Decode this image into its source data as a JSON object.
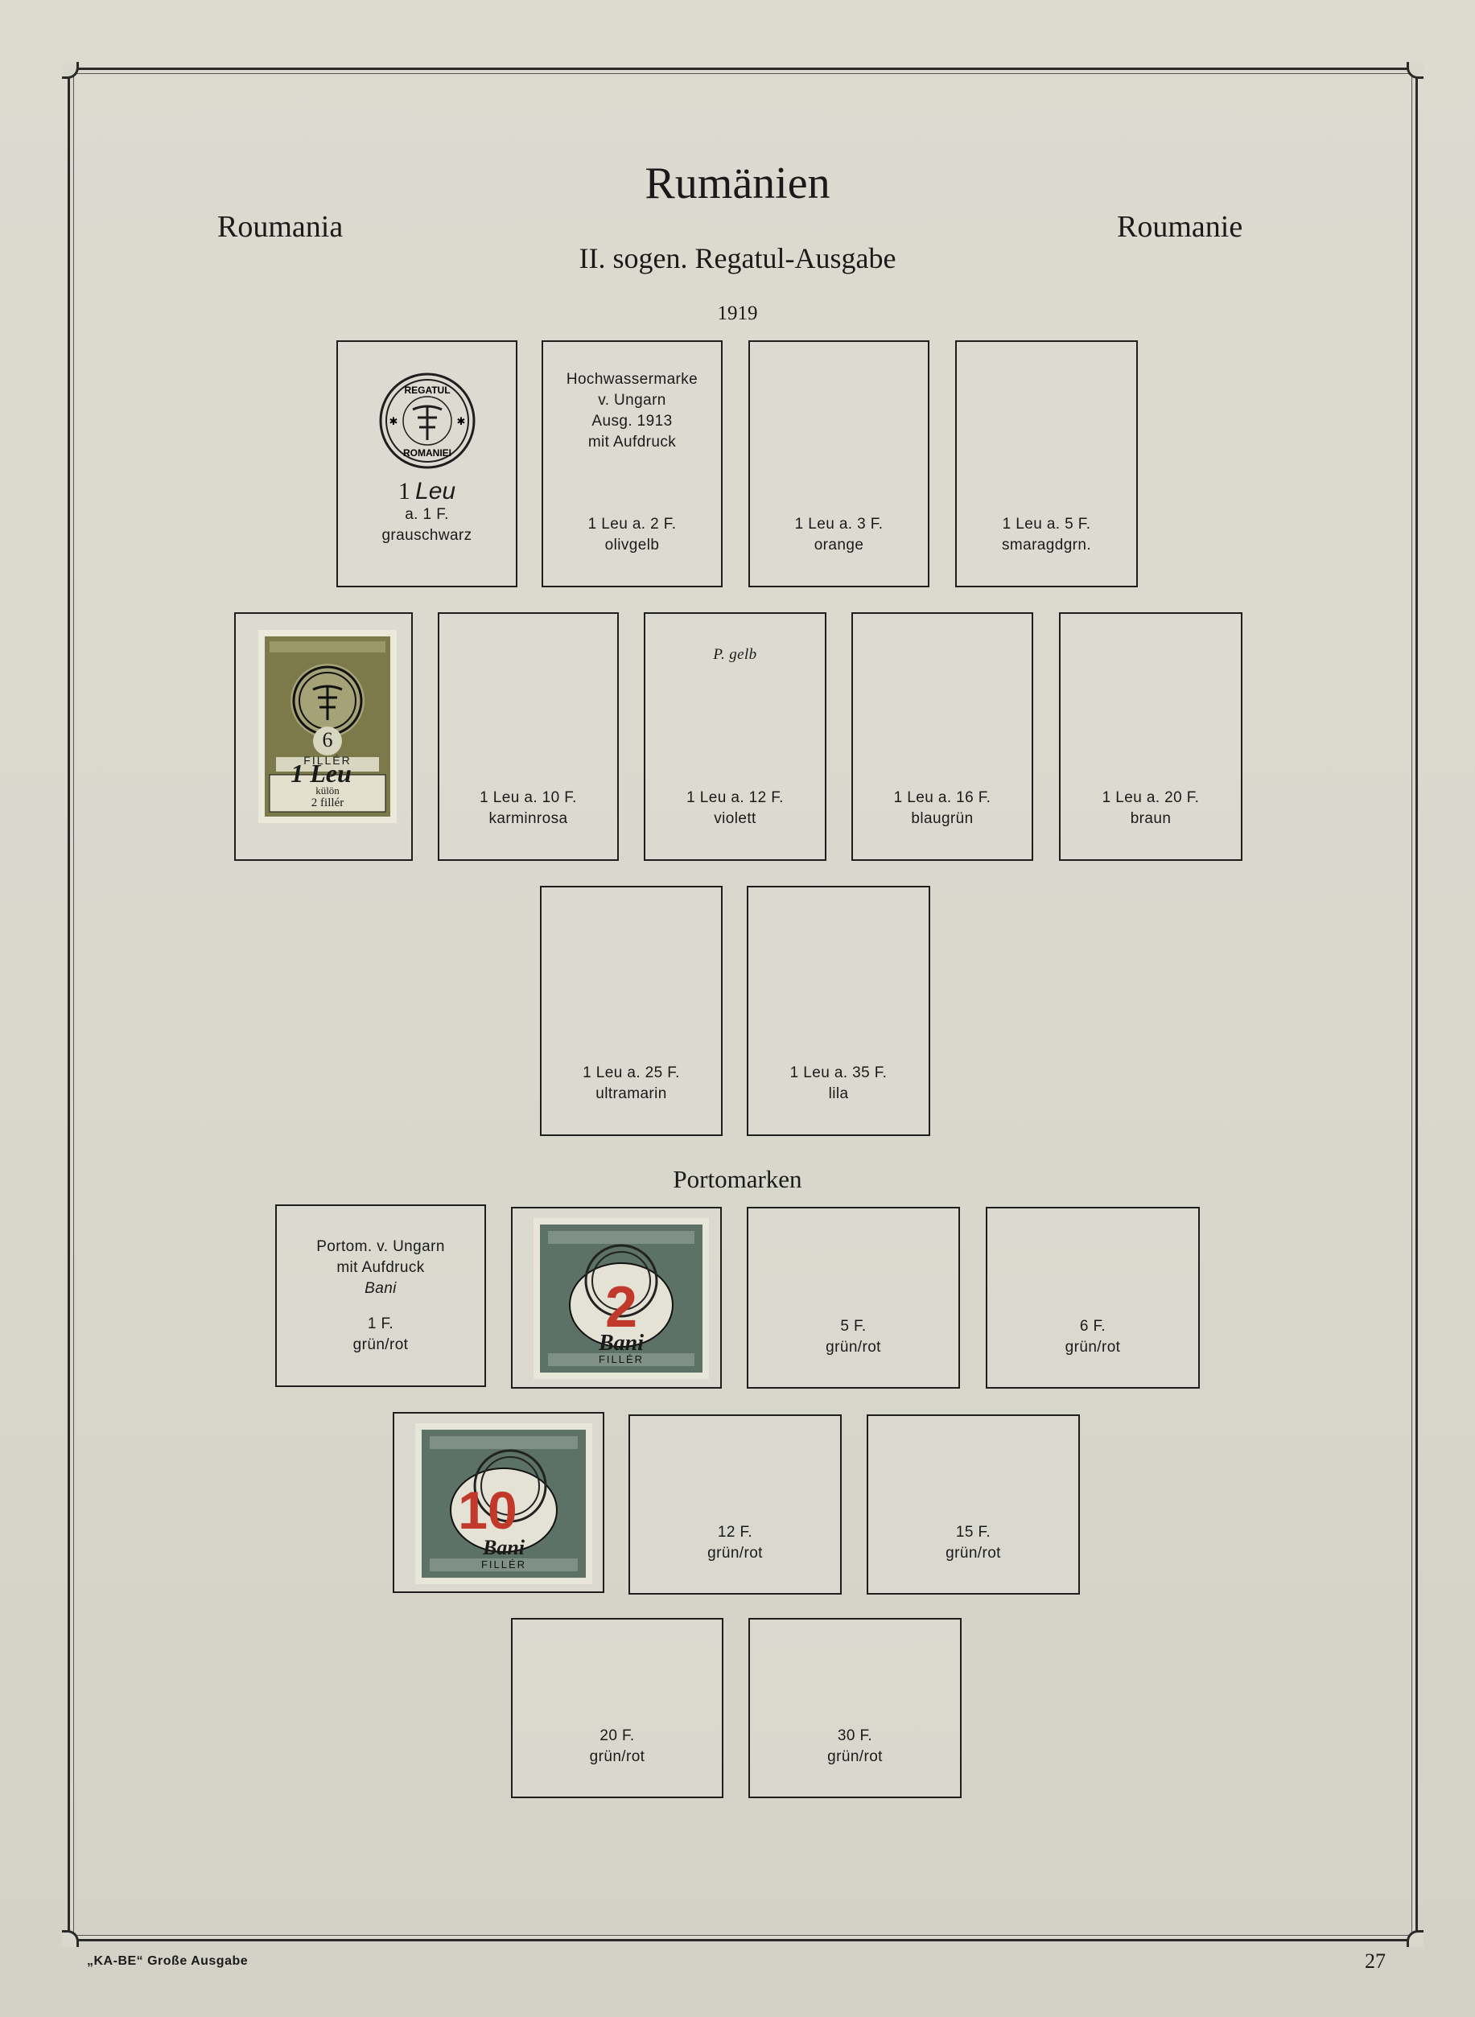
{
  "header": {
    "title": "Rumänien",
    "left_name": "Roumania",
    "right_name": "Roumanie",
    "subtitle": "II. sogen. Regatul-Ausgabe",
    "year": "1919"
  },
  "row1": [
    {
      "value": "1",
      "value_italic": "Leu",
      "line2": "a. 1 F.",
      "color": "grauschwarz"
    },
    {
      "note1": "Hochwassermarke",
      "note2": "v. Ungarn",
      "note3": "Ausg. 1913",
      "note4": "mit Aufdruck",
      "line1": "1 Leu a. 2 F.",
      "color": "olivgelb"
    },
    {
      "line1": "1 Leu a. 3 F.",
      "color": "orange"
    },
    {
      "line1": "1 Leu a. 5 F.",
      "color": "smaragdgrn."
    }
  ],
  "row2": [
    {
      "stamp_text1": "6",
      "stamp_text2": "FILLÉR",
      "stamp_overprint": "1 Leu",
      "stamp_text3": "külön",
      "stamp_text4": "2 fillér"
    },
    {
      "line1": "1 Leu a. 10 F.",
      "color": "karminrosa"
    },
    {
      "note": "P. gelb",
      "line1": "1 Leu a. 12 F.",
      "color": "violett"
    },
    {
      "line1": "1 Leu a. 16 F.",
      "color": "blaugrün"
    },
    {
      "line1": "1 Leu a. 20 F.",
      "color": "braun"
    }
  ],
  "row3": [
    {
      "line1": "1 Leu a. 25 F.",
      "color": "ultramarin"
    },
    {
      "line1": "1 Leu a. 35 F.",
      "color": "lila"
    }
  ],
  "section_title": "Portomarken",
  "porto_row1": [
    {
      "note1": "Portom. v. Ungarn",
      "note2": "mit Aufdruck",
      "note_italic": "Bani",
      "line1": "1 F.",
      "color": "grün/rot"
    },
    {
      "stamp_numeral": "2",
      "stamp_word": "Bani",
      "stamp_filler": "FILLÉR"
    },
    {
      "line1": "5 F.",
      "color": "grün/rot"
    },
    {
      "line1": "6 F.",
      "color": "grün/rot"
    }
  ],
  "porto_row2": [
    {
      "stamp_numeral": "10",
      "stamp_word": "Bani",
      "stamp_filler": "FILLÉR"
    },
    {
      "line1": "12 F.",
      "color": "grün/rot"
    },
    {
      "line1": "15 F.",
      "color": "grün/rot"
    }
  ],
  "porto_row3": [
    {
      "line1": "20 F.",
      "color": "grün/rot"
    },
    {
      "line1": "30 F.",
      "color": "grün/rot"
    }
  ],
  "footer": {
    "publisher": "„KA-BE“ Große Ausgabe",
    "page_number": "27"
  },
  "colors": {
    "stamp_olive": "#7c7a4a",
    "stamp_green": "#5d7267",
    "overprint_red": "#c0392b",
    "ink": "#1e1e1e"
  }
}
